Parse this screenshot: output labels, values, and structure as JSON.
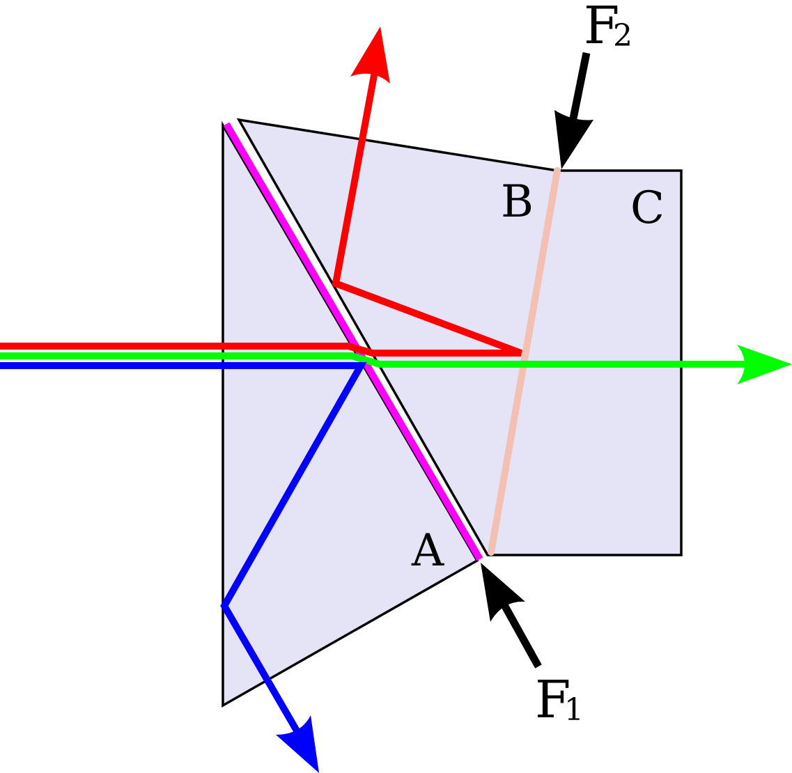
{
  "colors": {
    "prism_fill": "#e4e4f6",
    "prism_stroke": "#000000",
    "red_beam": "#ff0000",
    "green_beam": "#00ff00",
    "blue_beam": "#0000ff",
    "coating": "#ff00ff",
    "filter_line": "#f4c0b4",
    "force_arrow": "#000000"
  },
  "labels": {
    "prism_a": "A",
    "prism_b": "B",
    "prism_c": "C",
    "force_1": "F",
    "force_1_sub": "1",
    "force_2": "F",
    "force_2_sub": "2"
  }
}
